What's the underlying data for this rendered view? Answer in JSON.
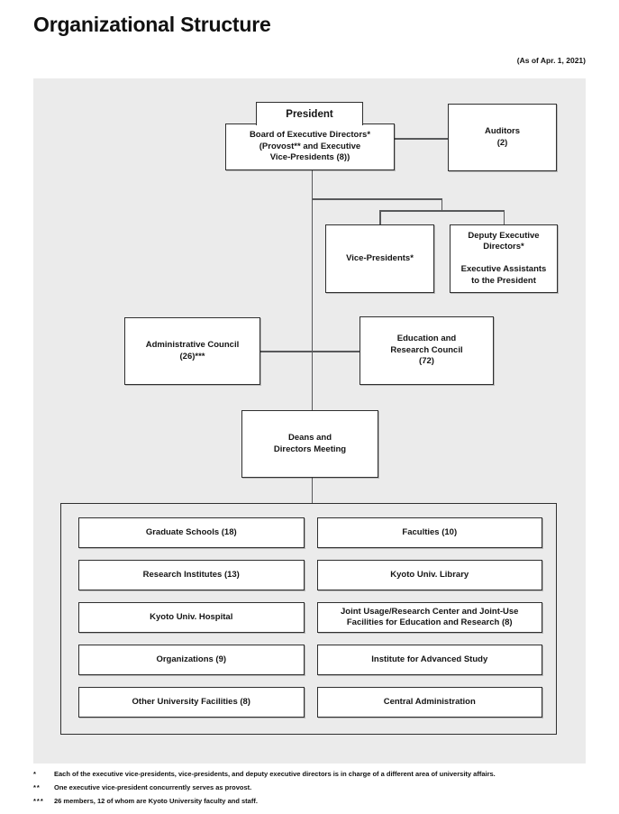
{
  "page": {
    "title": "Organizational Structure",
    "date_note": "(As of Apr. 1, 2021)"
  },
  "nodes": {
    "president": "President",
    "board": "Board of Executive Directors*\n(Provost** and Executive\nVice-Presidents (8))",
    "auditors": "Auditors\n(2)",
    "vice_presidents": "Vice-Presidents*",
    "deputy": "Deputy Executive\nDirectors*\n\nExecutive Assistants\nto the President",
    "admin_council": "Administrative Council\n(26)***",
    "edu_council": "Education and\nResearch Council\n(72)",
    "deans": "Deans and\nDirectors Meeting"
  },
  "units": [
    "Graduate Schools (18)",
    "Faculties (10)",
    "Research Institutes (13)",
    "Kyoto Univ. Library",
    "Kyoto Univ. Hospital",
    "Joint Usage/Research Center and Joint-Use\nFacilities for Education and Research (8)",
    "Organizations (9)",
    "Institute for Advanced Study",
    "Other University Facilities (8)",
    "Central Administration"
  ],
  "footnotes": [
    {
      "marker": "*",
      "text": "Each of the executive vice-presidents, vice-presidents, and deputy executive directors is in charge of a different area of university affairs."
    },
    {
      "marker": "**",
      "text": "One executive vice-president concurrently serves as provost."
    },
    {
      "marker": "***",
      "text": "26 members, 12 of whom are Kyoto University faculty and staff."
    }
  ],
  "colors": {
    "panel_bg": "#ebebeb",
    "box_border": "#2f2f2f",
    "connector": "#58595b",
    "text": "#141414"
  }
}
